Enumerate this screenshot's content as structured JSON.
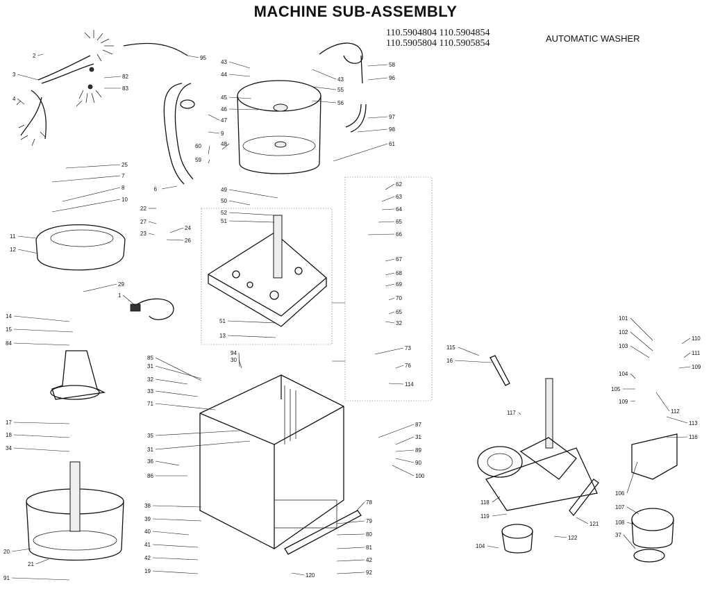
{
  "title": "MACHINE SUB-ASSEMBLY",
  "models": {
    "line1": "110.5904804  110.5904854",
    "line2": "110.5905804  110.5905854",
    "product": "AUTOMATIC WASHER"
  },
  "callouts": [
    "2",
    "3",
    "4",
    "95",
    "82",
    "83",
    "43",
    "44",
    "45",
    "46",
    "47",
    "9",
    "48",
    "60",
    "59",
    "6",
    "43",
    "55",
    "56",
    "58",
    "96",
    "97",
    "98",
    "61",
    "25",
    "7",
    "8",
    "10",
    "22",
    "27",
    "23",
    "24",
    "26",
    "11",
    "12",
    "29",
    "1",
    "49",
    "50",
    "52",
    "51",
    "62",
    "63",
    "64",
    "65",
    "66",
    "67",
    "68",
    "69",
    "70",
    "65",
    "32",
    "51",
    "13",
    "14",
    "15",
    "84",
    "85",
    "94",
    "30",
    "31",
    "32",
    "33",
    "71",
    "73",
    "76",
    "114",
    "115",
    "16",
    "17",
    "18",
    "34",
    "35",
    "31",
    "36",
    "86",
    "87",
    "31",
    "89",
    "90",
    "100",
    "101",
    "102",
    "103",
    "104",
    "105",
    "109",
    "110",
    "111",
    "109",
    "112",
    "113",
    "116",
    "117",
    "118",
    "119",
    "104",
    "106",
    "107",
    "108",
    "37",
    "38",
    "39",
    "40",
    "41",
    "42",
    "19",
    "20",
    "21",
    "91",
    "78",
    "79",
    "80",
    "81",
    "42",
    "92",
    "120",
    "121",
    "122"
  ]
}
